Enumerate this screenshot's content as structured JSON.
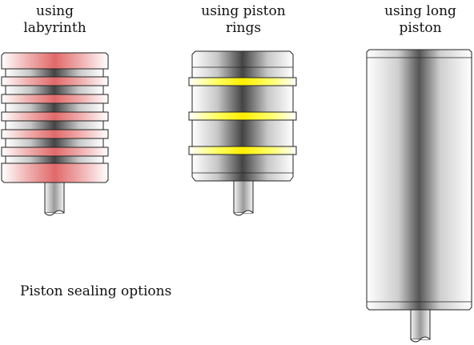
{
  "labels": {
    "labyrinth": [
      "using",
      "labyrinth"
    ],
    "rings": [
      "using piston",
      "rings"
    ],
    "long": [
      "using long",
      "piston"
    ]
  },
  "caption": "Piston sealing options",
  "colors": {
    "labyrinth_tint": "#e88a8a",
    "ring_yellow": "#ffff55",
    "steel_dark": "#444444",
    "steel_light": "#ffffff",
    "outline": "#222222"
  }
}
